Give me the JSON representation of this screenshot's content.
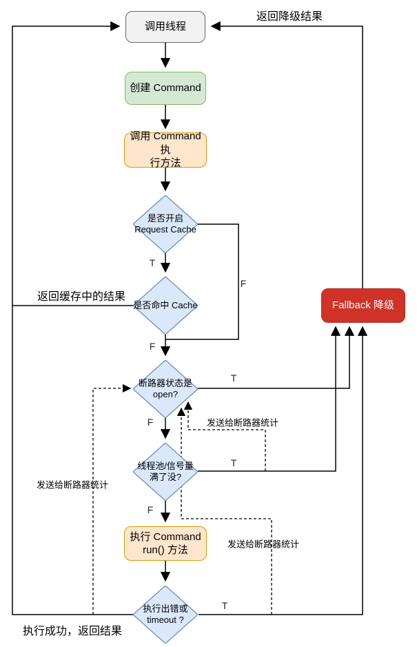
{
  "diagram": {
    "nodes": {
      "caller": {
        "label": "调用线程"
      },
      "create_command": {
        "label": "创建 Command"
      },
      "invoke_execute": {
        "label": "调用 Command 执\n行方法"
      },
      "request_cache": {
        "label": "是否开启\nRequest Cache"
      },
      "cache_hit": {
        "label": "是否命中 Cache"
      },
      "circuit_open": {
        "label": "断路器状态是\nopen?"
      },
      "pool_full": {
        "label": "线程池/信号量\n满了没?"
      },
      "run_command": {
        "label": "执行 Command\nrun() 方法"
      },
      "error_timeout": {
        "label": "执行出错或\ntimeout ?"
      },
      "fallback": {
        "label": "Fallback 降级"
      }
    },
    "labels": {
      "return_fallback": "返回降级结果",
      "return_cached": "返回缓存中的结果",
      "success_return": "执行成功，返回结果",
      "send_stats_1": "发送给断路器统计",
      "send_stats_2": "发送给断路器统计",
      "send_stats_3": "发送给断路器统计"
    },
    "branch_labels": {
      "d1_t": "T",
      "d1_f": "F",
      "d2_f": "F",
      "d3_t": "T",
      "d3_f": "F",
      "d4_t": "T",
      "d4_f": "F",
      "d5_t": "T"
    },
    "colors": {
      "diamond_fill": "#dbe8fc",
      "diamond_border": "#6c8ebf",
      "green_fill": "#d5e8d4",
      "green_border": "#82b366",
      "orange_fill": "#ffe6cc",
      "orange_border": "#d79b00",
      "gray_fill": "#f2f2f2",
      "gray_border": "#666666",
      "red_fill": "#cf3226",
      "red_border": "#b52b1e",
      "line": "#000000",
      "text": "#000000",
      "red_text": "#ffffff"
    }
  }
}
